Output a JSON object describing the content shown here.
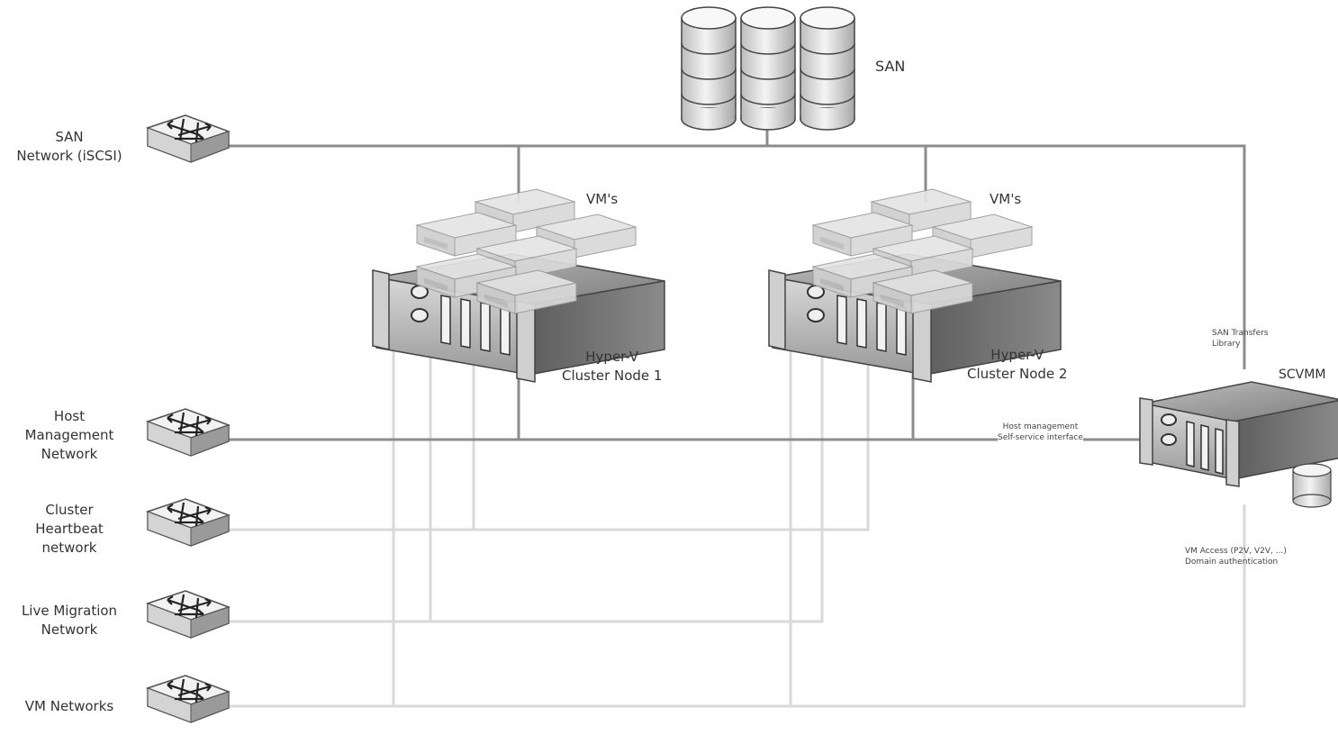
{
  "colors": {
    "wire_dark": "#8c8c8c",
    "wire_light": "#d9d9d9",
    "device_fill": "#e6e6e6",
    "device_dark": "#6f6f6f",
    "text": "#333333"
  },
  "san": {
    "label": "SAN"
  },
  "networks": [
    {
      "id": "san",
      "lines": [
        "SAN",
        "Network (iSCSI)"
      ]
    },
    {
      "id": "host",
      "lines": [
        "Host",
        "Management",
        "Network"
      ]
    },
    {
      "id": "heartbeat",
      "lines": [
        "Cluster",
        "Heartbeat",
        "network"
      ]
    },
    {
      "id": "migration",
      "lines": [
        "Live Migration",
        "Network"
      ]
    },
    {
      "id": "vm",
      "lines": [
        "VM Networks"
      ]
    }
  ],
  "nodes": [
    {
      "id": "node1",
      "vms_label": "VM's",
      "lines": [
        "Hyper-V",
        "Cluster Node 1"
      ]
    },
    {
      "id": "node2",
      "vms_label": "VM's",
      "lines": [
        "Hyper-V",
        "Cluster Node 2"
      ]
    }
  ],
  "scvmm": {
    "label": "SCVMM",
    "san_transfers": [
      "SAN Transfers",
      "Library"
    ],
    "host_mgmt": [
      "Host management",
      "Self-service interface"
    ],
    "vm_access": [
      "VM Access (P2V, V2V, ...)",
      "Domain authentication"
    ]
  }
}
